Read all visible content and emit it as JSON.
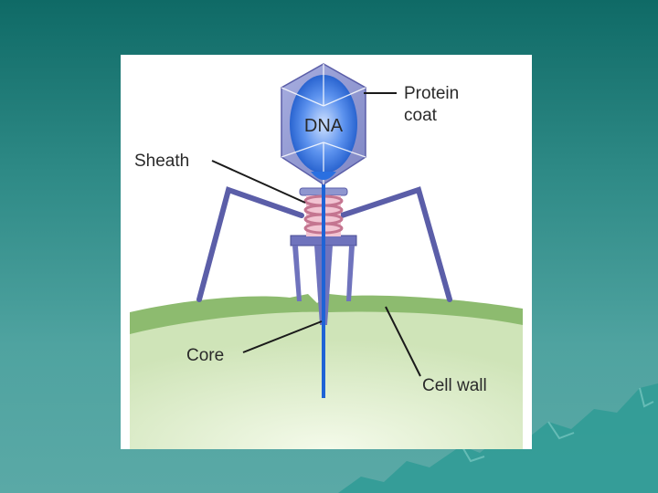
{
  "diagram": {
    "labels": {
      "dna": "DNA",
      "protein_coat_line1": "Protein",
      "protein_coat_line2": "coat",
      "sheath": "Sheath",
      "core": "Core",
      "cell_wall": "Cell wall"
    }
  },
  "colors": {
    "slide_background": "#2e8a86",
    "capsid": "#8f96cf",
    "dna": "#1e63d6",
    "sheath": "#e7a9bd",
    "tail_fibers": "#5b5ea8",
    "cell_wall": "#8dbb6f",
    "cell_interior": "#e4f1d4"
  }
}
